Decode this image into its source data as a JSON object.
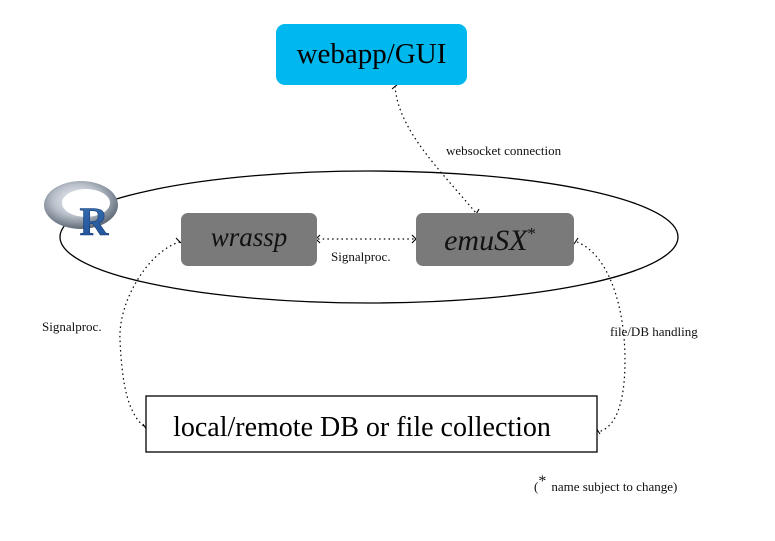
{
  "nodes": {
    "webapp": {
      "label": "webapp/GUI",
      "color": "#00b8ee"
    },
    "wrassp": {
      "label": "wrassp",
      "color": "#7a7a7a"
    },
    "emusx": {
      "label": "emuSX",
      "superscript": "*",
      "color": "#7a7a7a"
    },
    "db": {
      "label": "local/remote DB or file collection"
    },
    "r_logo": {
      "letter": "R"
    }
  },
  "edges": {
    "websocket": {
      "label": "websocket connection"
    },
    "signalproc_mid": {
      "label": "Signalproc."
    },
    "signalproc_left": {
      "label": "Signalproc."
    },
    "filedb": {
      "label": "file/DB handling"
    }
  },
  "footnote": {
    "star": "*",
    "open_paren": "(",
    "text": "name subject to change)"
  },
  "icons": [
    "r-logo-icon"
  ],
  "colors": {
    "webapp_box": "#00b8ee",
    "module_box": "#7a7a7a",
    "module_text": "#111111",
    "line": "#000000"
  }
}
